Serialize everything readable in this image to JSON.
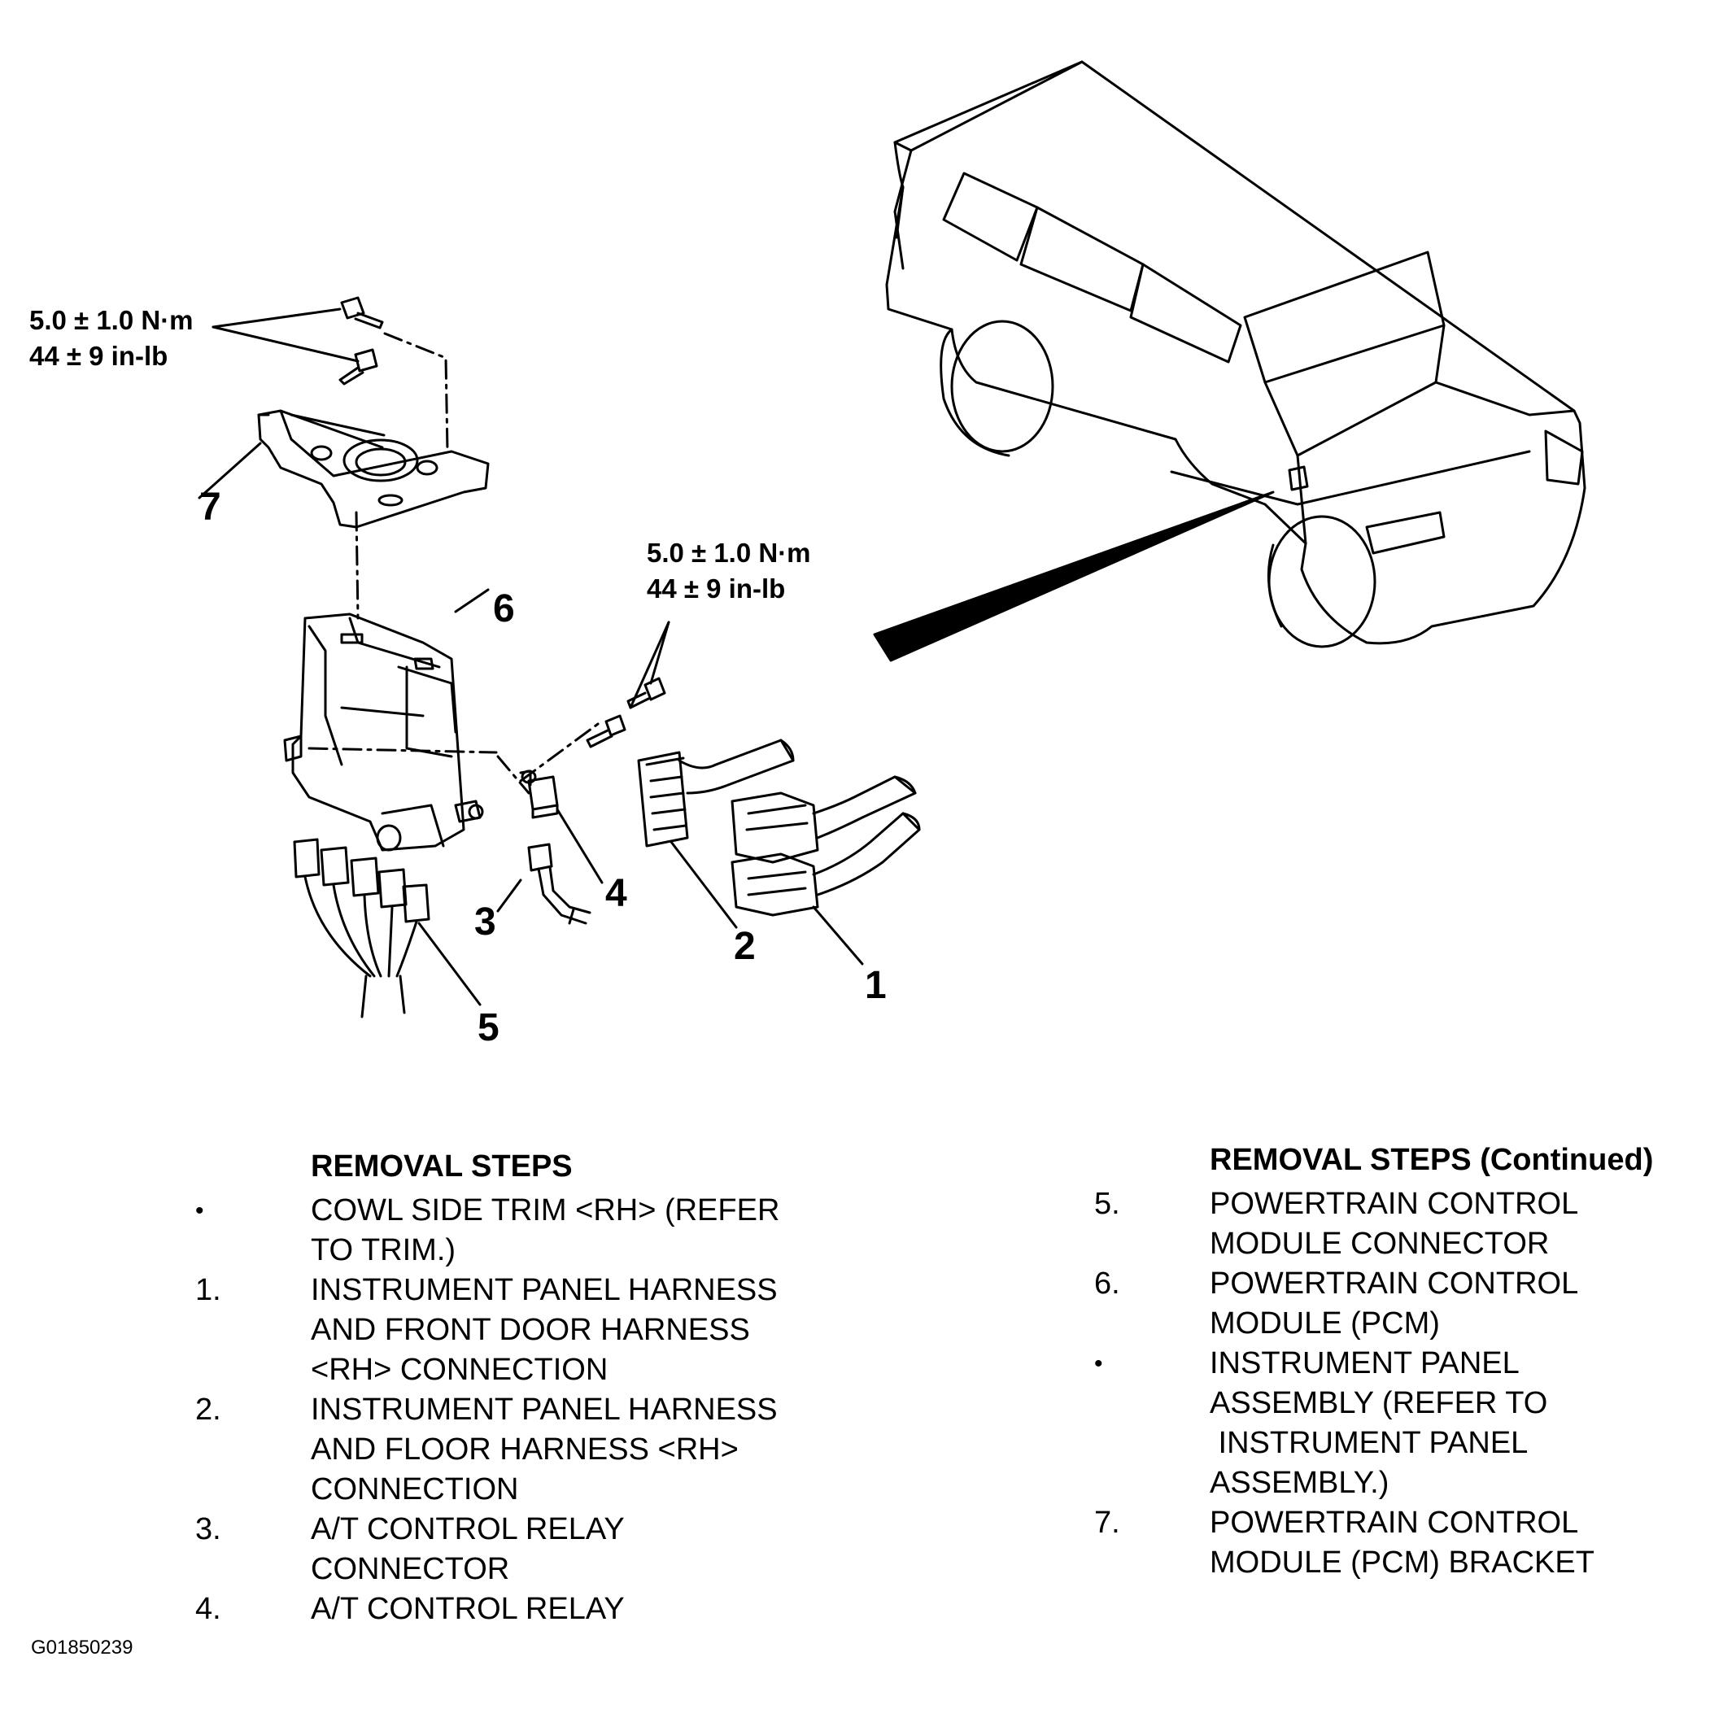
{
  "labels": {
    "torque_left": [
      "5.0 ± 1.0 N·m",
      "44 ± 9 in-lb"
    ],
    "torque_mid": [
      "5.0 ± 1.0 N·m",
      "44 ± 9 in-lb"
    ],
    "callouts": [
      "1",
      "2",
      "3",
      "4",
      "5",
      "6",
      "7"
    ]
  },
  "steps_left": {
    "title": "REMOVAL STEPS",
    "items": [
      {
        "marker": "•",
        "lines": [
          "COWL SIDE TRIM <RH> (REFER",
          "TO TRIM.)"
        ]
      },
      {
        "marker": "1.",
        "lines": [
          "INSTRUMENT PANEL HARNESS",
          "AND FRONT DOOR HARNESS",
          "<RH> CONNECTION"
        ]
      },
      {
        "marker": "2.",
        "lines": [
          "INSTRUMENT PANEL HARNESS",
          "AND FLOOR HARNESS <RH>",
          "CONNECTION"
        ]
      },
      {
        "marker": "3.",
        "lines": [
          "A/T CONTROL RELAY",
          "CONNECTOR"
        ]
      },
      {
        "marker": "4.",
        "lines": [
          "A/T CONTROL RELAY"
        ]
      }
    ]
  },
  "steps_right": {
    "title": "REMOVAL STEPS (Continued)",
    "items": [
      {
        "marker": "5.",
        "lines": [
          "POWERTRAIN CONTROL",
          "MODULE CONNECTOR"
        ]
      },
      {
        "marker": "6.",
        "lines": [
          "POWERTRAIN CONTROL",
          "MODULE (PCM)"
        ]
      },
      {
        "marker": "•",
        "lines": [
          "INSTRUMENT PANEL",
          "ASSEMBLY (REFER TO",
          " INSTRUMENT PANEL",
          "ASSEMBLY.)"
        ]
      },
      {
        "marker": "7.",
        "lines": [
          "POWERTRAIN CONTROL",
          "MODULE (PCM) BRACKET"
        ]
      }
    ]
  },
  "figure_id": "G01850239"
}
